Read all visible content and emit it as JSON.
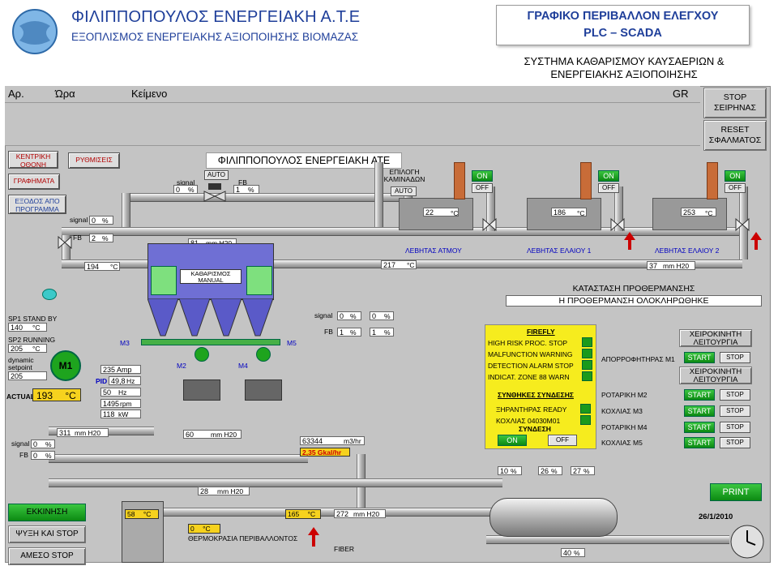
{
  "header": {
    "title": "ΦΙΛΙΠΠΟΠΟΥΛΟΣ ΕΝΕΡΓΕΙΑΚΗ Α.Τ.Ε",
    "subtitle": "ΕΞΟΠΛΙΣΜΟΣ ΕΝΕΡΓΕΙΑΚΗΣ ΑΞΙΟΠΟΙΗΣΗΣ ΒΙΟΜΑΖΑΣ",
    "box_line1": "ΓΡΑΦΙΚΟ ΠΕΡΙΒΑΛΛΟΝ ΕΛΕΓΧΟΥ",
    "box_line2": "PLC – SCADA",
    "system_line1": "ΣΥΣΤΗΜΑ ΚΑΘΑΡΙΣΜΟΥ ΚΑΥΣΑΕΡΙΩΝ &",
    "system_line2": "ΕΝΕΡΓΕΙΑΚΗΣ ΑΞΙΟΠΟΙΗΣΗΣ"
  },
  "menubar": {
    "col1": "Αρ.",
    "col2": "Ώρα",
    "col3": "Κείμενο",
    "col4": "GR"
  },
  "top_buttons": {
    "stop_line1": "STOP",
    "stop_line2": "ΣΕΙΡΗΝΑΣ",
    "reset_line1": "RESET",
    "reset_line2": "ΣΦΑΛΜΑΤΟΣ"
  },
  "menu": {
    "main_screen_1": "ΚΕΝΤΡΙΚΗ",
    "main_screen_2": "ΟΘΟΝΗ",
    "settings": "ΡΥΘΜΙΣΕΙΣ",
    "graphs": "ΓΡΑΦΗΜΑΤΑ",
    "exit_1": "ΕΞΟΔΟΣ ΑΠΟ",
    "exit_2": "ΠΡΟΓΡΑΜΜΑ"
  },
  "diagram_title": "ΦΙΛΙΠΠΟΠΟΥΛΟΣ ΕΝΕΡΓΕΙΑΚΗ ΑΤΕ",
  "damper": {
    "signal_label": "signal",
    "signal": "0",
    "unit": "%",
    "auto": "AUTO",
    "fb_label": "FB",
    "fb": "1"
  },
  "chimney_select": {
    "line1": "ΕΠΙΛΟΓΗ",
    "line2": "ΚΑΜΙΝΑΔΩΝ",
    "mode": "AUTO"
  },
  "left_valve": {
    "signal_label": "signal",
    "signal": "0",
    "fb_label": "FB",
    "fb": "2",
    "unit": "%"
  },
  "boilers": [
    {
      "name": "ΛΕΒΗΤΑΣ ΑΤΜΟΥ",
      "temp": "22",
      "unit": "°C",
      "on": "ON",
      "off": "OFF"
    },
    {
      "name": "ΛΕΒΗΤΑΣ ΕΛΑΙΟΥ 1",
      "temp": "186",
      "unit": "°C",
      "on": "ON",
      "off": "OFF"
    },
    {
      "name": "ΛΕΒΗΤΑΣ ΕΛΑΙΟΥ 2",
      "temp": "253",
      "unit": "°C",
      "on": "ON",
      "off": "OFF"
    }
  ],
  "pipe_values": {
    "p81": "81",
    "mmh2o": "mm H20",
    "t194": "194",
    "t217": "217",
    "degc": "°C",
    "p37": "37",
    "p311": "311",
    "p60": "60",
    "p28": "28",
    "p272": "272"
  },
  "filter": {
    "line1": "ΚΑΘΑΡΙΣΜΟΣ",
    "line2": "MANUAL"
  },
  "preheat": {
    "title": "ΚΑΤΑΣΤΑΣΗ ΠΡΟΘΕΡΜΑΝΣΗΣ",
    "status": "Η ΠΡΟΘΕΡΜΑΝΣΗ ΟΛΟΚΛΗΡΩΘΗΚΕ"
  },
  "fan_status": {
    "sp1_label": "SP1 STAND BY",
    "sp1": "140",
    "sp2_label": "SP2 RUNNING",
    "sp2": "205",
    "dyn_label1": "dynamic",
    "dyn_label2": "setpoint",
    "dyn": "205",
    "unit": "°C",
    "actual_label": "ACTUAL",
    "actual": "193",
    "actual_unit": "°C"
  },
  "motor": {
    "name": "M1",
    "pid": "PID",
    "amp": "235 Amp",
    "pid_val": "49,8",
    "hz_unit": "Hz",
    "hz": "50",
    "hz2": "Hz",
    "rpm": "1495",
    "rpm_unit": "rpm",
    "kw": "118",
    "kw_unit": "kW"
  },
  "motors_small": {
    "m2": "M2",
    "m3": "M3",
    "m4": "M4",
    "m5": "M5"
  },
  "mid_valves": {
    "signal_label": "signal",
    "fb_label": "FB",
    "sig1": "0",
    "sig2": "0",
    "fb1": "1",
    "fb2": "1",
    "unit": "%"
  },
  "lower_left": {
    "signal_label": "signal",
    "signal": "0",
    "fb_label": "FB",
    "fb": "0",
    "unit": "%"
  },
  "flow": {
    "value": "63344",
    "unit": "m3/hr",
    "power": "2,35",
    "power_unit": "Gkal/hr"
  },
  "firefly": {
    "title": "FIREFLY",
    "items": [
      "HIGH RISK PROC. STOP",
      "MALFUNCTION WARNING",
      "DETECTION ALARM STOP",
      "INDICAT. ZONE 88 WARN"
    ],
    "cond_title": "ΣΥΝΘΗΚΕΣ ΣΥΝΔΕΣΗΣ",
    "cond_items": [
      "ΞΗΡΑΝΤΗΡΑΣ READY",
      "ΚΟΧΛΙΑΣ 04030Μ01"
    ],
    "conn_title": "ΣΥΝΔΕΣΗ",
    "on": "ON",
    "off": "OFF"
  },
  "manual": {
    "title1_a": "ΧΕΙΡΟΚΙΝΗΤΗ",
    "title1_b": "ΛΕΙΤΟΥΡΓΙΑ",
    "title2_a": "ΧΕΙΡΟΚΙΝΗΤΗ",
    "title2_b": "ΛΕΙΤΟΥΡΓΙΑ",
    "start": "START",
    "stop": "STOP",
    "rows": [
      "ΑΠΟΡΡΟΦΗΤΗΡΑΣ Μ1",
      "ΡΟΤΑΡΙΚΗ Μ2",
      "ΚΟΧΛΙΑΣ Μ3",
      "ΡΟΤΑΡΙΚΗ Μ4",
      "ΚΟΧΛΙΑΣ Μ5"
    ]
  },
  "bottom_valves": {
    "v1": "10",
    "v2": "26",
    "v3": "27",
    "unit": "%",
    "v4": "40"
  },
  "print": "PRINT",
  "date": "26/1/2010",
  "bottom_buttons": {
    "start": "ΕΚΚΙΝΗΣΗ",
    "cool_stop": "ΨΥΞΗ ΚΑΙ STOP",
    "emergency": "ΑΜΕΣΟ STOP"
  },
  "silo": {
    "t58": "58",
    "t165": "165",
    "t0": "0",
    "unit": "°C",
    "ambient": "ΘΕΡΜΟΚΡΑΣΙΑ ΠΕΡΙΒΑΛΛΟΝΤΟΣ"
  },
  "fiber": "FIBER"
}
